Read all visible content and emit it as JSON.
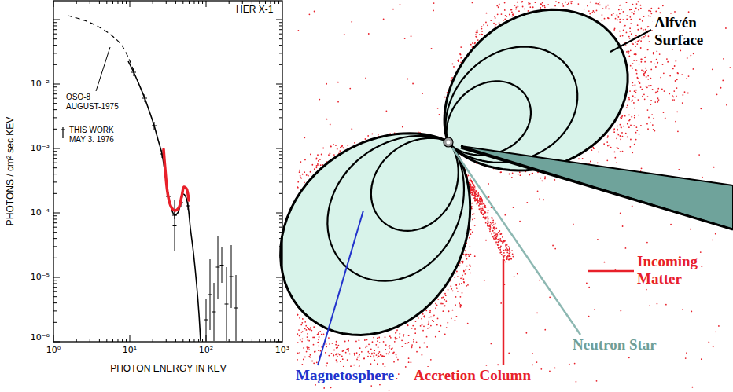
{
  "diagram": {
    "labels": [
      "HER X-1",
      "10⁻²",
      "10⁻³",
      "10⁻⁴",
      "10⁻⁵",
      "10⁻⁶",
      "10⁰",
      "10¹",
      "10²",
      "10³",
      "PHOTONS / cm² sec KEV",
      "PHOTON ENERGY IN KEV",
      "OSO-8 AUGUST-1975",
      "THIS WORK MAY 3. 1976",
      "Alfvén Surface",
      "Incoming Matter",
      "Neutron Star",
      "Magnetosphere",
      "Accretion Column"
    ]
  }
}
